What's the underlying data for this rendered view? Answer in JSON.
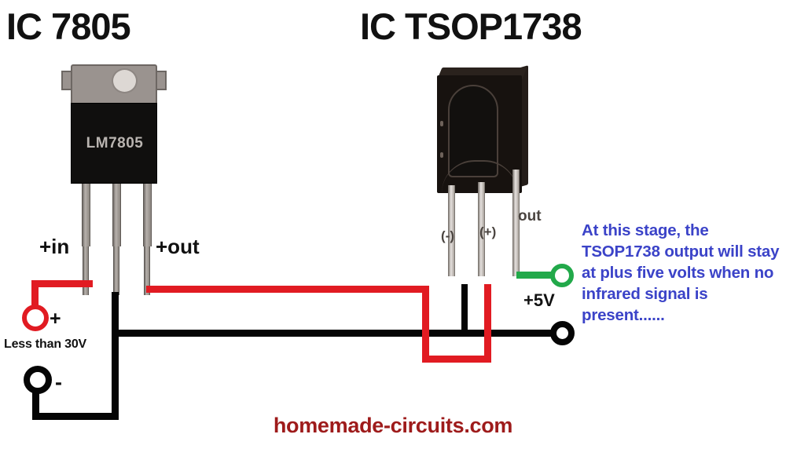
{
  "diagram": {
    "titles": {
      "left": "IC 7805",
      "right": "IC TSOP1738"
    },
    "components": {
      "regulator": {
        "name": "IC 7805",
        "package": "TO-220",
        "body_label": "LM7805",
        "pins": [
          {
            "label": "+in",
            "index": 1
          },
          {
            "label": "",
            "index": 2
          },
          {
            "label": "+out",
            "index": 3
          }
        ]
      },
      "ir_receiver": {
        "name": "IC TSOP1738",
        "pins": [
          {
            "label": "(-)",
            "index": 1
          },
          {
            "label": "(+)",
            "index": 2
          },
          {
            "label": "out",
            "index": 3
          }
        ]
      }
    },
    "terminals": {
      "supply_positive": "+",
      "supply_negative": "-",
      "supply_note": "Less than 30V",
      "output_label": "+5V"
    },
    "annotation": "At this stage, the TSOP1738 output will stay at plus five volts when no infrared signal is present......",
    "watermark": "homemade-circuits.com",
    "colors": {
      "wire_positive": "#e11b22",
      "wire_ground": "#050505",
      "wire_output": "#22a94a",
      "annotation_text": "#3b43c8",
      "watermark_text": "#9e1b1b",
      "title_text": "#111111"
    }
  }
}
